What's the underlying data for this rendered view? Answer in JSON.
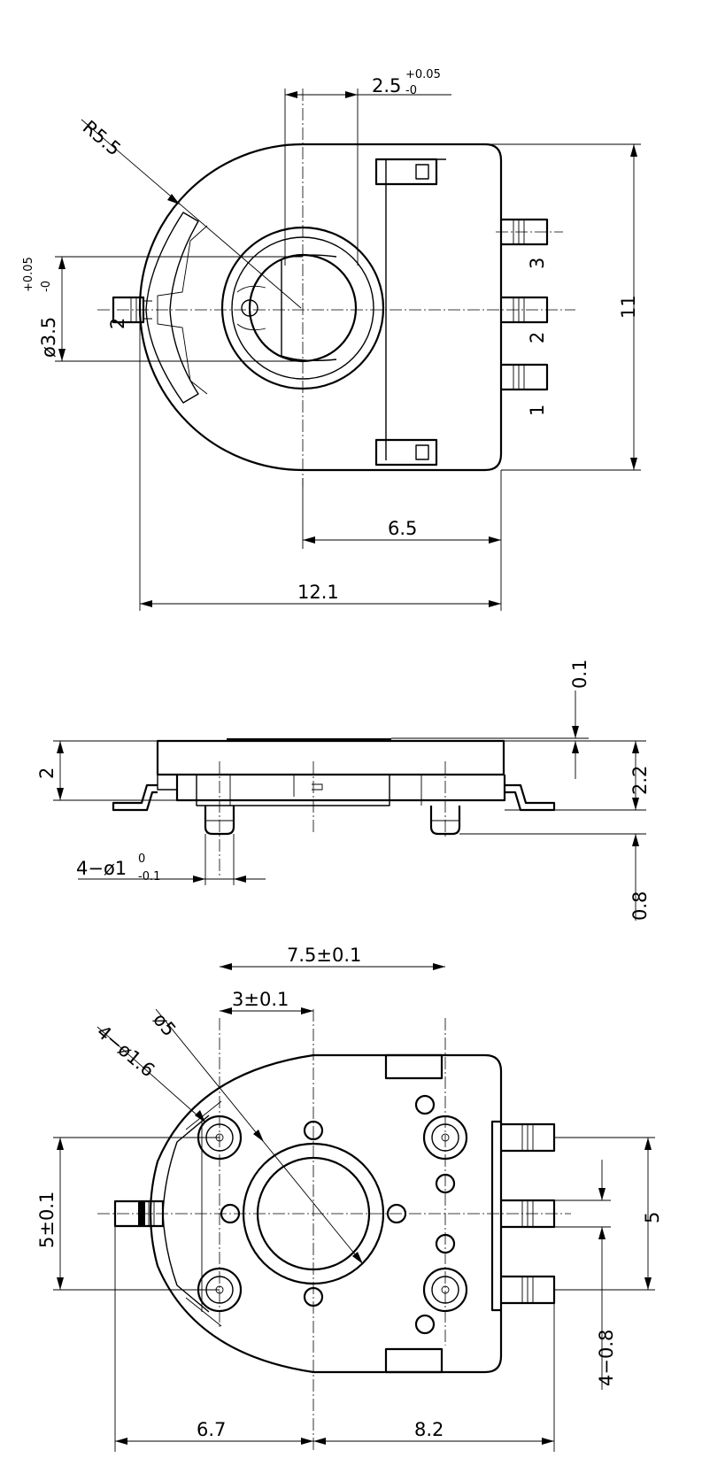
{
  "top_view": {
    "radius": "R5.5",
    "bore_width": "2.5",
    "bore_width_tol_upper": "+0.05",
    "bore_width_tol_lower": "-0",
    "bore_dia": "ø3.5",
    "bore_dia_tol_upper": "+0.05",
    "bore_dia_tol_lower": "-0",
    "height": "11",
    "center_to_right": "6.5",
    "overall_width": "12.1",
    "pin_left": "2",
    "pins_right": [
      "3",
      "2",
      "1"
    ]
  },
  "side_view": {
    "shaft_step": "0.1",
    "body_height": "2",
    "total_height": "2.2",
    "boss_length": "0.8",
    "boss_dia": "4−ø1",
    "boss_dia_tol_upper": "0",
    "boss_dia_tol_lower": "-0.1"
  },
  "bottom_view": {
    "pitch_x": "7.5±0.1",
    "offset_x": "3±0.1",
    "circle_dia": "ø5",
    "hole_dia": "4−ø1.6",
    "pitch_y": "5±0.1",
    "pin_span": "5",
    "pin_width": "4−0.8",
    "left_dim": "6.7",
    "right_dim": "8.2"
  }
}
